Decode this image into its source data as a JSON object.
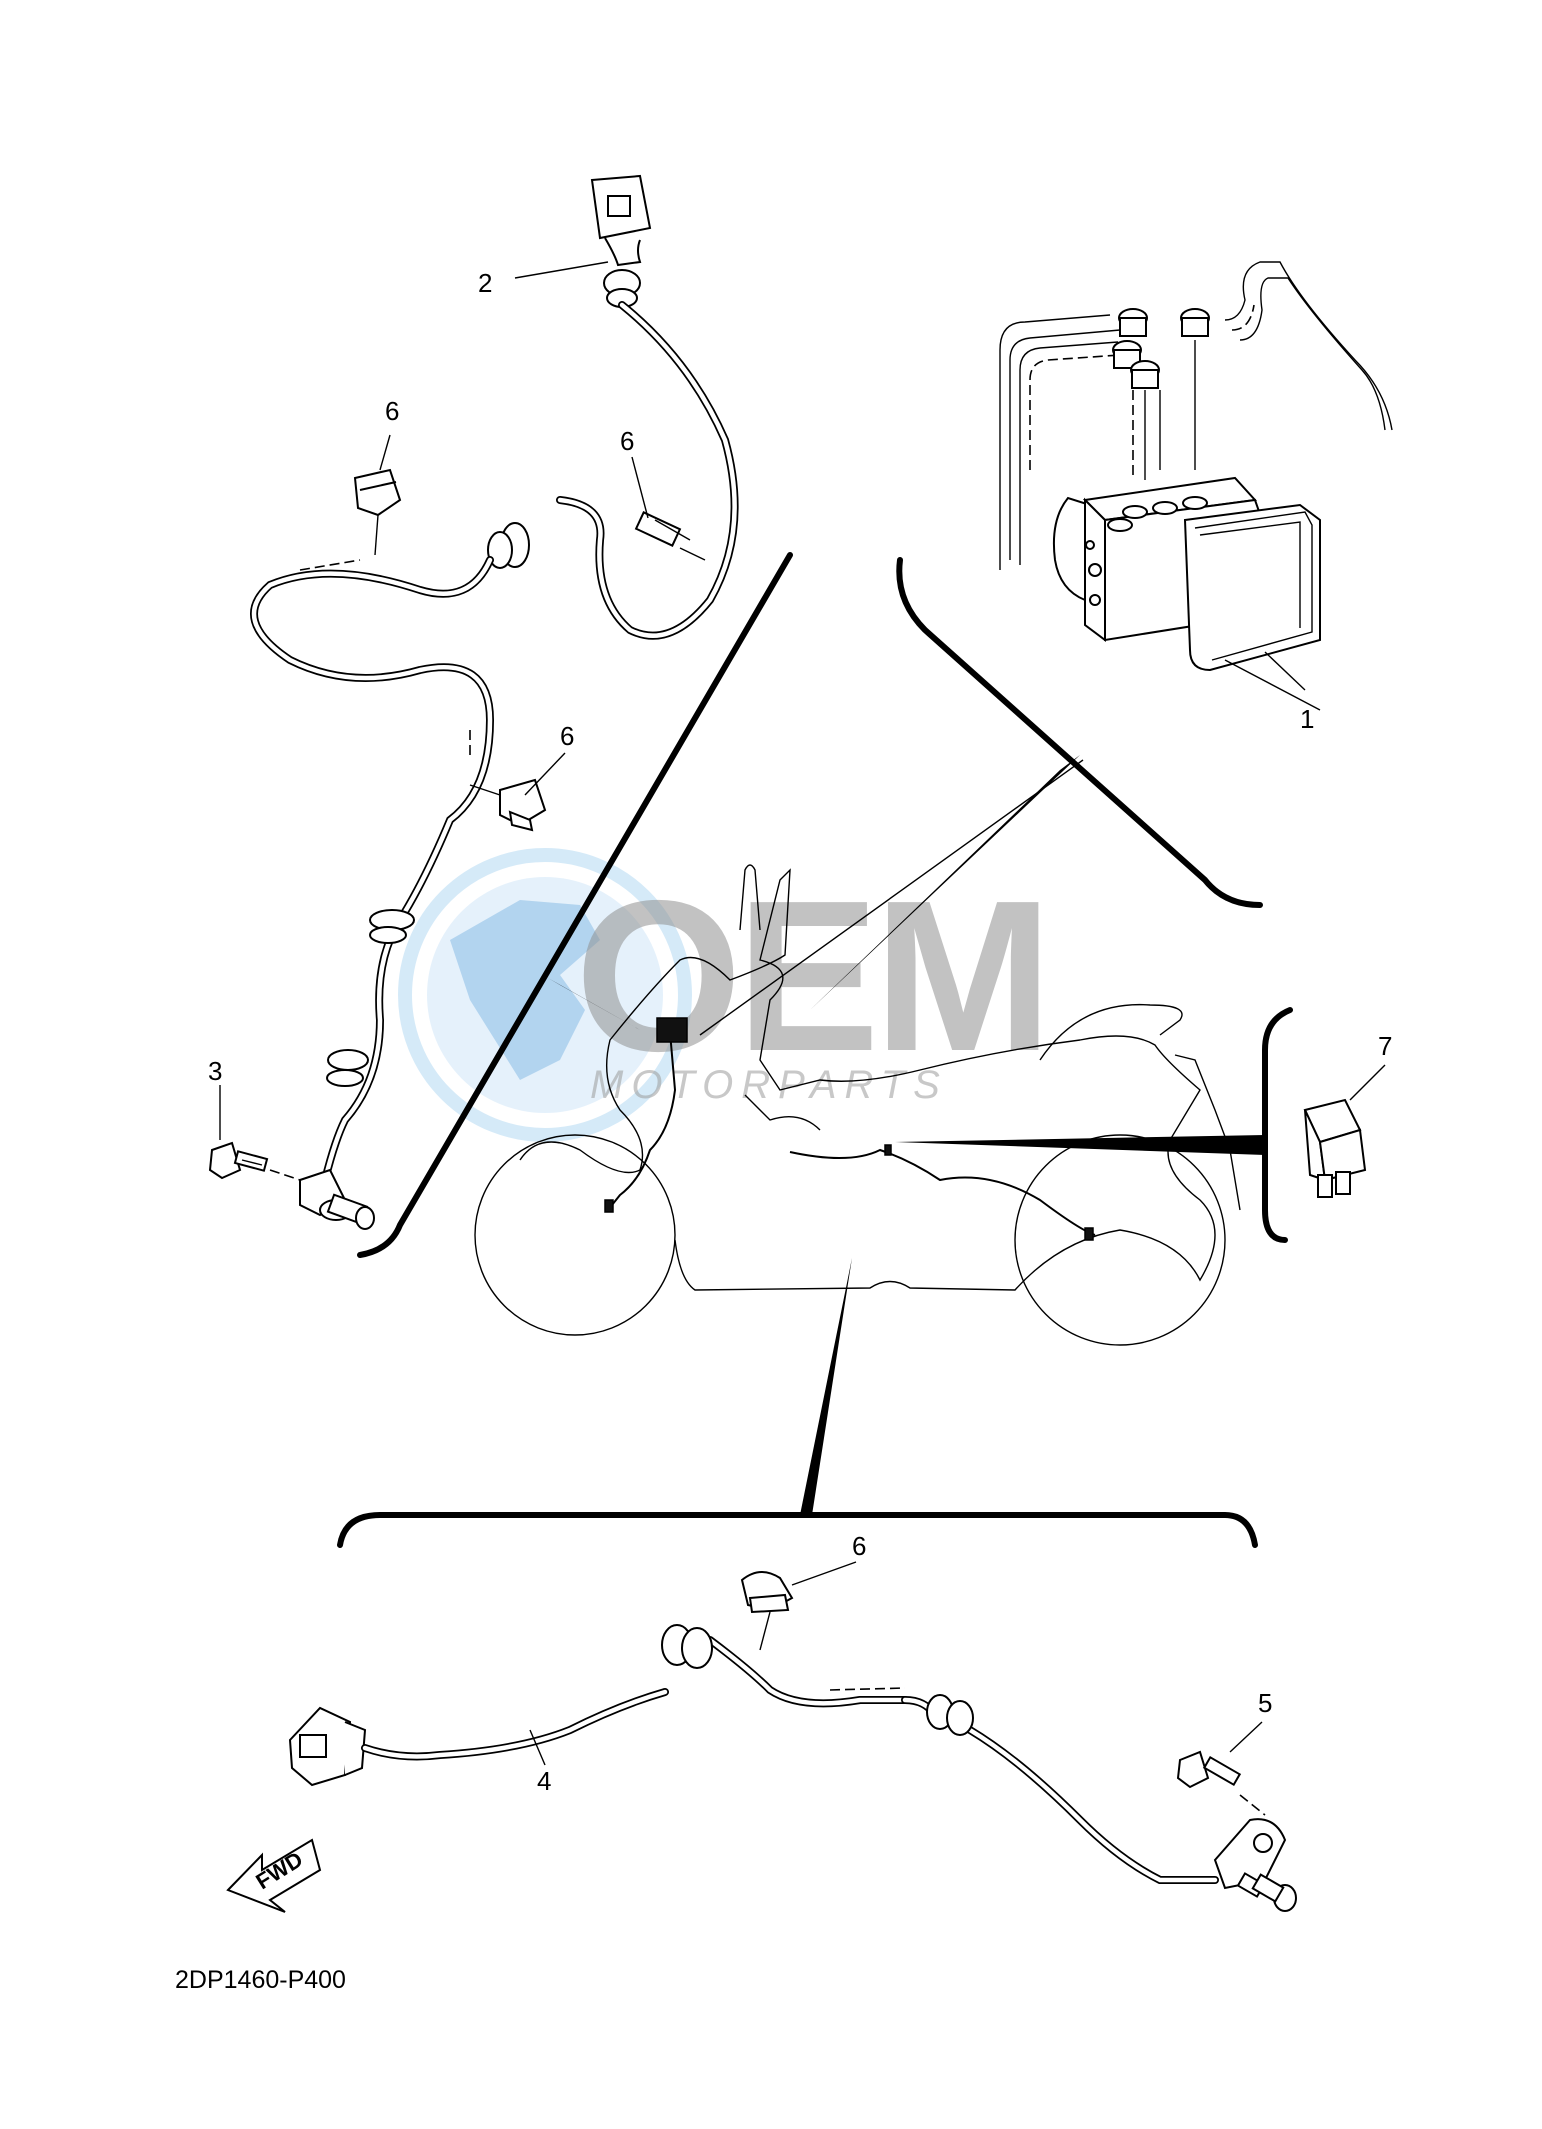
{
  "diagram": {
    "code": "2DP1460-P400",
    "callouts": [
      {
        "id": "c1",
        "label": "1"
      },
      {
        "id": "c2",
        "label": "2"
      },
      {
        "id": "c3",
        "label": "3"
      },
      {
        "id": "c4",
        "label": "4"
      },
      {
        "id": "c5",
        "label": "5"
      },
      {
        "id": "c6a",
        "label": "6"
      },
      {
        "id": "c6b",
        "label": "6"
      },
      {
        "id": "c6c",
        "label": "6"
      },
      {
        "id": "c6d",
        "label": "6"
      },
      {
        "id": "c7",
        "label": "7"
      }
    ],
    "fwd_arrow_label": "FWD",
    "watermark": {
      "brand": "OEM",
      "subtitle": "MOTORPARTS",
      "globe_color": "#8fc3ea",
      "text_color": "#8f8f8f"
    }
  }
}
